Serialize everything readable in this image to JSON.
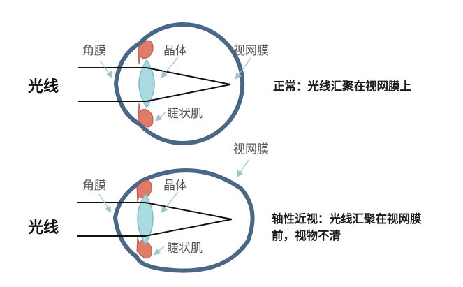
{
  "colors": {
    "sclera": "#4a6788",
    "lens_fill": "#a9dbe0",
    "lens_stroke": "#7fbac4",
    "ciliary_muscle": "#e07b68",
    "ray": "#111111",
    "pointer_arrow": "#9fc3c9"
  },
  "top_panel": {
    "light_label": "光线",
    "cornea_label": "角膜",
    "lens_label": "晶体",
    "retina_label": "视网膜",
    "ciliary_label": "睫状肌",
    "caption": "正常：光线汇聚在视网膜上"
  },
  "bottom_panel": {
    "light_label": "光线",
    "cornea_label": "角膜",
    "lens_label": "晶体",
    "retina_label": "视网膜",
    "ciliary_label": "睫状肌",
    "caption_line1": "轴性近视：光线汇聚在视网膜",
    "caption_line2": "前，视物不清"
  }
}
